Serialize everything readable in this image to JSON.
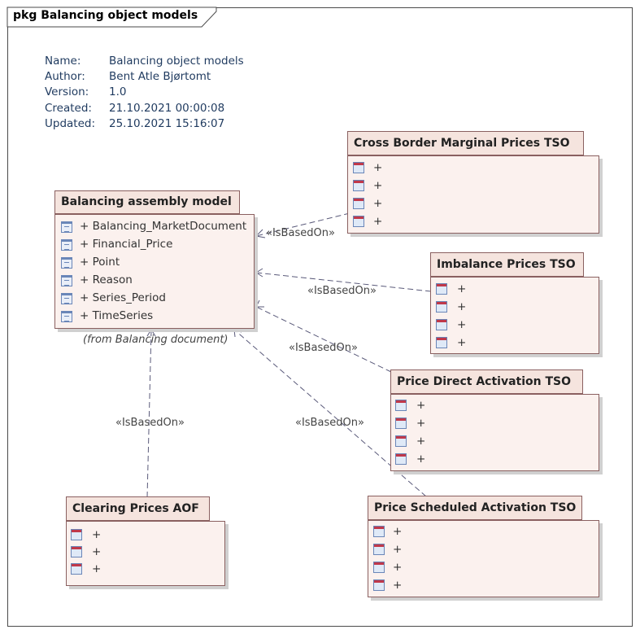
{
  "package": {
    "title": "pkg Balancing object models"
  },
  "meta": [
    {
      "key": "Name:",
      "value": "Balancing object models"
    },
    {
      "key": "Author:",
      "value": "Bent Atle Bjørtomt"
    },
    {
      "key": "Version:",
      "value": "1.0"
    },
    {
      "key": "Created:",
      "value": "21.10.2021 00:00:08"
    },
    {
      "key": "Updated:",
      "value": "25.10.2021 15:16:07"
    }
  ],
  "classes": {
    "assembly": {
      "title": "Balancing assembly model",
      "attrs": [
        "+ Balancing_MarketDocument",
        "+ Financial_Price",
        "+ Point",
        "+ Reason",
        "+ Series_Period",
        "+ TimeSeries"
      ],
      "from": "(from Balancing document)"
    },
    "cross_border": {
      "title": "Cross Border Marginal Prices TSO",
      "attrs": [
        "+",
        "+",
        "+",
        "+"
      ]
    },
    "imbalance": {
      "title": "Imbalance Prices TSO",
      "attrs": [
        "+",
        "+",
        "+",
        "+"
      ]
    },
    "direct": {
      "title": "Price Direct Activation TSO",
      "attrs": [
        "+",
        "+",
        "+",
        "+"
      ]
    },
    "scheduled": {
      "title": "Price Scheduled Activation TSO",
      "attrs": [
        "+",
        "+",
        "+",
        "+"
      ]
    },
    "clearing": {
      "title": "Clearing Prices AOF",
      "attrs": [
        "+",
        "+",
        "+"
      ]
    }
  },
  "relations": {
    "cross_border": "«IsBasedOn»",
    "imbalance": "«IsBasedOn»",
    "direct": "«IsBasedOn»",
    "scheduled": "«IsBasedOn»",
    "clearing": "«IsBasedOn»"
  },
  "colors": {
    "class_header": "#f5e4de",
    "class_body": "#fbf1ee",
    "class_border": "#8a6060",
    "connector": "#5a5a7a",
    "meta_text": "#1f3a5f"
  }
}
